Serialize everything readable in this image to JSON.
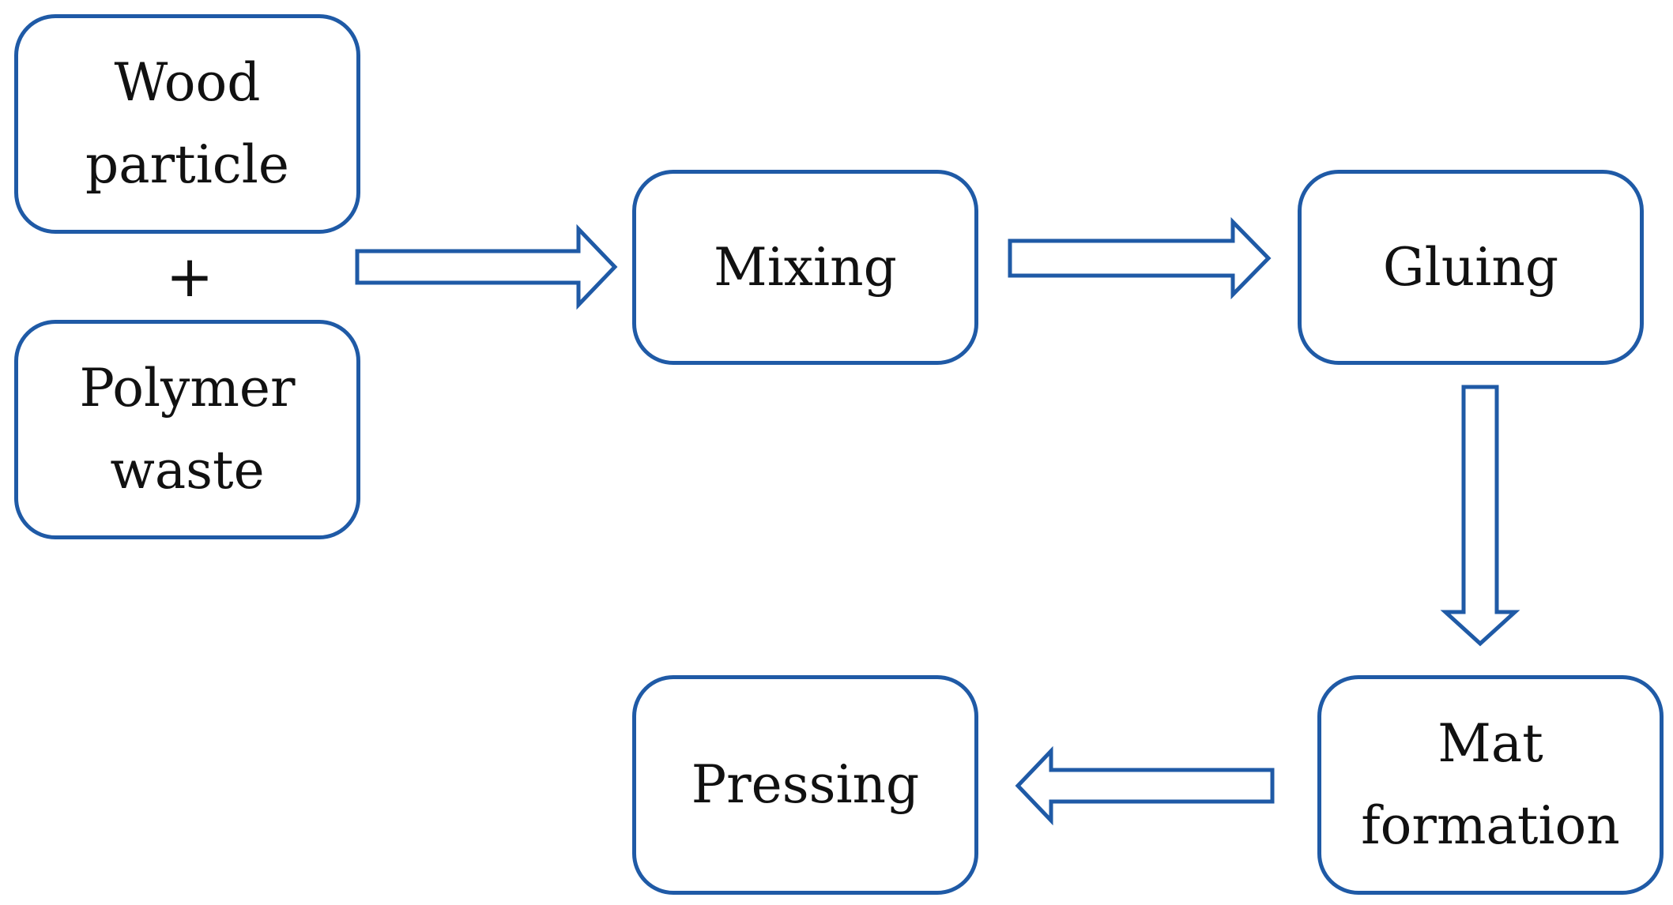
{
  "diagram": {
    "inputs": {
      "wood": {
        "line1": "Wood",
        "line2": "particle"
      },
      "operator": "+",
      "polymer": {
        "line1": "Polymer",
        "line2": "waste"
      }
    },
    "steps": {
      "mixing": "Mixing",
      "gluing": "Gluing",
      "mat_formation": {
        "line1": "Mat",
        "line2": "formation"
      },
      "pressing": "Pressing"
    },
    "colors": {
      "stroke": "#1f5aa6",
      "text": "#111111",
      "background": "#ffffff"
    }
  }
}
